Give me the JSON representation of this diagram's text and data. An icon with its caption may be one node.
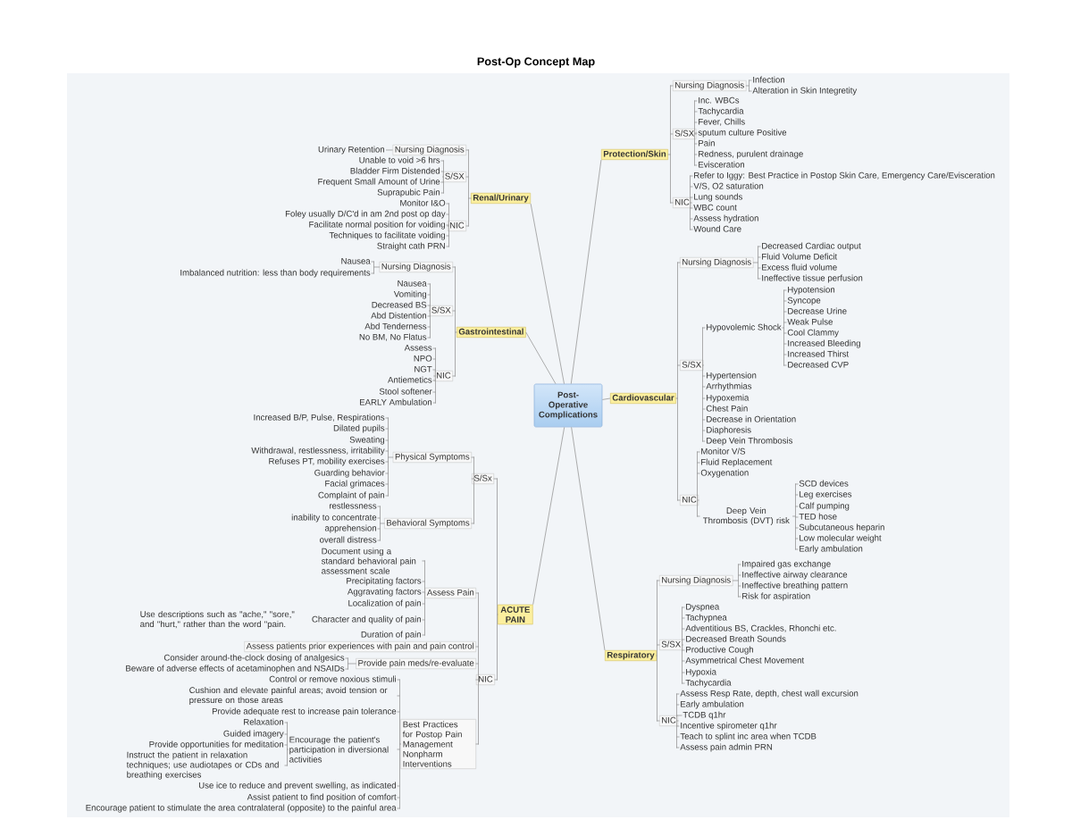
{
  "diagram": {
    "title": "Post-Op Concept Map",
    "nodes": [
      {
        "text": [
          "Post-Operative Complications"
        ]
      },
      {
        "text": [
          "Protection/Skin"
        ]
      },
      {
        "text": [
          "Nursing Diagnosis"
        ]
      },
      {
        "text": [
          "Infection"
        ]
      },
      {
        "text": [
          "Alteration in Skin Integretity"
        ]
      },
      {
        "text": [
          "S/SX"
        ]
      },
      {
        "text": [
          "Inc. WBCs"
        ]
      },
      {
        "text": [
          "Tachycardia"
        ]
      },
      {
        "text": [
          "Fever, Chills"
        ]
      },
      {
        "text": [
          "sputum culture Positive"
        ]
      },
      {
        "text": [
          "Pain"
        ]
      },
      {
        "text": [
          "Redness, purulent drainage"
        ]
      },
      {
        "text": [
          "Evisceration"
        ]
      },
      {
        "text": [
          "NIC"
        ]
      },
      {
        "text": [
          "Refer to Iggy: Best Practice in Postop Skin Care, Emergency Care/Evisceration"
        ]
      },
      {
        "text": [
          "V/S, O2 saturation"
        ]
      },
      {
        "text": [
          "Lung sounds"
        ]
      },
      {
        "text": [
          "WBC count"
        ]
      },
      {
        "text": [
          "Assess hydration"
        ]
      },
      {
        "text": [
          "Wound Care"
        ]
      },
      {
        "text": [
          "Renal/Urinary"
        ]
      },
      {
        "text": [
          "Nursing Diagnosis"
        ]
      },
      {
        "text": [
          "Urinary Retention"
        ]
      },
      {
        "text": [
          "S/SX"
        ]
      },
      {
        "text": [
          "Unable to void >6 hrs"
        ]
      },
      {
        "text": [
          "Bladder Firm Distended"
        ]
      },
      {
        "text": [
          "Frequent Small Amount of Urine"
        ]
      },
      {
        "text": [
          "Suprapubic Pain"
        ]
      },
      {
        "text": [
          "NIC"
        ]
      },
      {
        "text": [
          "Monitor I&O"
        ]
      },
      {
        "text": [
          "Foley usually D/C'd in am 2nd post op day"
        ]
      },
      {
        "text": [
          "Facilitate normal position for voiding"
        ]
      },
      {
        "text": [
          "Techniques to facilitate voiding"
        ]
      },
      {
        "text": [
          "Straight cath PRN"
        ]
      },
      {
        "text": [
          "Gastrointestinal"
        ]
      },
      {
        "text": [
          "Nursing Diagnosis"
        ]
      },
      {
        "text": [
          "Nausea"
        ]
      },
      {
        "text": [
          "Imbalanced nutrition: less than body requirements"
        ]
      },
      {
        "text": [
          "S/SX"
        ]
      },
      {
        "text": [
          "Nausea"
        ]
      },
      {
        "text": [
          "Vomiting"
        ]
      },
      {
        "text": [
          "Decreased BS"
        ]
      },
      {
        "text": [
          "Abd Distention"
        ]
      },
      {
        "text": [
          "Abd Tenderness"
        ]
      },
      {
        "text": [
          "No BM, No Flatus"
        ]
      },
      {
        "text": [
          "NIC"
        ]
      },
      {
        "text": [
          "Assess"
        ]
      },
      {
        "text": [
          "NPO"
        ]
      },
      {
        "text": [
          "NGT"
        ]
      },
      {
        "text": [
          "Antiemetics"
        ]
      },
      {
        "text": [
          "Stool softener"
        ]
      },
      {
        "text": [
          "EARLY Ambulation"
        ]
      },
      {
        "text": [
          "Cardiovascular"
        ]
      },
      {
        "text": [
          "Nursing Diagnosis"
        ]
      },
      {
        "text": [
          "Decreased Cardiac output"
        ]
      },
      {
        "text": [
          "Fluid Volume Deficit"
        ]
      },
      {
        "text": [
          "Excess fluid volume"
        ]
      },
      {
        "text": [
          "Ineffective tissue perfusion"
        ]
      },
      {
        "text": [
          "S/SX"
        ]
      },
      {
        "text": [
          "Hypovolemic Shock"
        ]
      },
      {
        "text": [
          "Hypotension"
        ]
      },
      {
        "text": [
          "Syncope"
        ]
      },
      {
        "text": [
          "Decrease Urine"
        ]
      },
      {
        "text": [
          "Weak Pulse"
        ]
      },
      {
        "text": [
          "Cool Clammy"
        ]
      },
      {
        "text": [
          "Increased Bleeding"
        ]
      },
      {
        "text": [
          "Increased Thirst"
        ]
      },
      {
        "text": [
          "Decreased CVP"
        ]
      },
      {
        "text": [
          "Hypertension"
        ]
      },
      {
        "text": [
          "Arrhythmias"
        ]
      },
      {
        "text": [
          "Hypoxemia"
        ]
      },
      {
        "text": [
          "Chest Pain"
        ]
      },
      {
        "text": [
          "Decrease in Orientation"
        ]
      },
      {
        "text": [
          "Diaphoresis"
        ]
      },
      {
        "text": [
          "Deep Vein Thrombosis"
        ]
      },
      {
        "text": [
          "NIC"
        ]
      },
      {
        "text": [
          "Monitor V/S"
        ]
      },
      {
        "text": [
          "Fluid Replacement"
        ]
      },
      {
        "text": [
          "Oxygenation"
        ]
      },
      {
        "text": [
          "Deep Vein Thrombosis (DVT) risk"
        ]
      },
      {
        "text": [
          "SCD devices"
        ]
      },
      {
        "text": [
          "Leg exercises"
        ]
      },
      {
        "text": [
          "Calf pumping"
        ]
      },
      {
        "text": [
          "TED hose"
        ]
      },
      {
        "text": [
          "Subcutaneous heparin"
        ]
      },
      {
        "text": [
          "Low molecular weight"
        ]
      },
      {
        "text": [
          "Early ambulation"
        ]
      },
      {
        "text": [
          "ACUTE PAIN"
        ]
      },
      {
        "text": [
          "S/Sx"
        ]
      },
      {
        "text": [
          "Physical Symptoms"
        ]
      },
      {
        "text": [
          "Increased B/P, Pulse, Respirations"
        ]
      },
      {
        "text": [
          "Dilated pupils"
        ]
      },
      {
        "text": [
          "Sweating"
        ]
      },
      {
        "text": [
          "Withdrawal, restlessness, irritability"
        ]
      },
      {
        "text": [
          "Refuses PT, mobility exercises"
        ]
      },
      {
        "text": [
          "Guarding behavior"
        ]
      },
      {
        "text": [
          "Facial grimaces"
        ]
      },
      {
        "text": [
          "Complaint of pain"
        ]
      },
      {
        "text": [
          "Behavioral Symptoms"
        ]
      },
      {
        "text": [
          "restlessness"
        ]
      },
      {
        "text": [
          "inability to concentrate"
        ]
      },
      {
        "text": [
          "apprehension"
        ]
      },
      {
        "text": [
          "overall distress"
        ]
      },
      {
        "text": [
          "NIC"
        ]
      },
      {
        "text": [
          "Assess Pain"
        ]
      },
      {
        "text": [
          "Document using a standard behavioral pain assessment scale"
        ]
      },
      {
        "text": [
          "Precipitating factors"
        ]
      },
      {
        "text": [
          "Aggravating factors"
        ]
      },
      {
        "text": [
          "Localization of pain"
        ]
      },
      {
        "text": [
          "Character and quality of pain"
        ],
        "beside": [
          "Use descriptions such as \"ache,\" \"sore,\" and \"hurt,\" rather than the word \"pain."
        ]
      },
      {
        "text": [
          "Duration of pain"
        ]
      },
      {
        "text": [
          "Assess patients prior experiences with pain and pain control"
        ]
      },
      {
        "text": [
          "Provide pain meds/re-evaluate"
        ]
      },
      {
        "text": [
          "Consider around-the-clock dosing of analgesics"
        ]
      },
      {
        "text": [
          "Beware of adverse effects of acetaminophen and NSAIDs"
        ]
      },
      {
        "text": [
          "Best Practices for Postop Pain Management Nonpharm Interventions"
        ]
      },
      {
        "text": [
          "Control or remove noxious stimuli"
        ]
      },
      {
        "text": [
          "Cushion and elevate painful areas; avoid tension or pressure on those areas"
        ]
      },
      {
        "text": [
          "Provide adequate rest to increase pain tolerance"
        ]
      },
      {
        "text": [
          "Encourage the patient's participation in diversional activities"
        ]
      },
      {
        "text": [
          "Relaxation"
        ]
      },
      {
        "text": [
          "Guided imagery"
        ]
      },
      {
        "text": [
          "Provide opportunities for meditation"
        ]
      },
      {
        "text": [
          "Instruct the patient in relaxation techniques; use audiotapes or CDs and breathing exercises"
        ]
      },
      {
        "text": [
          "Use ice to reduce and prevent swelling, as indicated"
        ]
      },
      {
        "text": [
          "Assist patient to find position of comfort"
        ]
      },
      {
        "text": [
          "Encourage patient to stimulate the area contralateral (opposite) to the painful area"
        ]
      },
      {
        "text": [
          "Respiratory"
        ]
      },
      {
        "text": [
          "Nursing Diagnosis"
        ]
      },
      {
        "text": [
          "Impaired gas exchange"
        ]
      },
      {
        "text": [
          "Ineffective airway clearance"
        ]
      },
      {
        "text": [
          "Ineffective breathing pattern"
        ]
      },
      {
        "text": [
          "Risk for aspiration"
        ]
      },
      {
        "text": [
          "S/SX"
        ]
      },
      {
        "text": [
          "Dyspnea"
        ]
      },
      {
        "text": [
          "Tachypnea"
        ]
      },
      {
        "text": [
          "Adventitious BS, Crackles, Rhonchi etc."
        ]
      },
      {
        "text": [
          "Decreased Breath Sounds"
        ]
      },
      {
        "text": [
          "Productive Cough"
        ]
      },
      {
        "text": [
          "Asymmetrical Chest Movement"
        ]
      },
      {
        "text": [
          "Hypoxia"
        ]
      },
      {
        "text": [
          "Tachycardia"
        ]
      },
      {
        "text": [
          "NIC"
        ]
      },
      {
        "text": [
          "Assess Resp Rate, depth, chest wall excursion"
        ]
      },
      {
        "text": [
          "Early ambulation"
        ]
      },
      {
        "text": [
          "TCDB q1hr"
        ]
      },
      {
        "text": [
          "Incentive spirometer q1hr"
        ]
      },
      {
        "text": [
          "Teach to splint inc area when TCDB"
        ]
      },
      {
        "text": [
          "Assess pain admin PRN"
        ]
      }
    ],
    "edges": [
      {
        "from": 0,
        "to": 1,
        "arrow": "none"
      },
      {
        "from": 1,
        "to": 2,
        "arrow": "none"
      },
      {
        "from": 2,
        "to": 3,
        "arrow": "none"
      },
      {
        "from": 2,
        "to": 4,
        "arrow": "none"
      },
      {
        "from": 1,
        "to": 5,
        "arrow": "none"
      },
      {
        "from": 5,
        "to": 6,
        "arrow": "none"
      },
      {
        "from": 5,
        "to": 7,
        "arrow": "none"
      },
      {
        "from": 5,
        "to": 8,
        "arrow": "none"
      },
      {
        "from": 5,
        "to": 9,
        "arrow": "none"
      },
      {
        "from": 5,
        "to": 10,
        "arrow": "none"
      },
      {
        "from": 5,
        "to": 11,
        "arrow": "none"
      },
      {
        "from": 5,
        "to": 12,
        "arrow": "none"
      },
      {
        "from": 1,
        "to": 13,
        "arrow": "none"
      },
      {
        "from": 13,
        "to": 14,
        "arrow": "none"
      },
      {
        "from": 13,
        "to": 15,
        "arrow": "none"
      },
      {
        "from": 13,
        "to": 16,
        "arrow": "none"
      },
      {
        "from": 13,
        "to": 17,
        "arrow": "none"
      },
      {
        "from": 13,
        "to": 18,
        "arrow": "none"
      },
      {
        "from": 13,
        "to": 19,
        "arrow": "none"
      },
      {
        "from": 0,
        "to": 20,
        "arrow": "none"
      },
      {
        "from": 20,
        "to": 21,
        "arrow": "none"
      },
      {
        "from": 21,
        "to": 22,
        "arrow": "none"
      },
      {
        "from": 20,
        "to": 23,
        "arrow": "none"
      },
      {
        "from": 23,
        "to": 24,
        "arrow": "none"
      },
      {
        "from": 23,
        "to": 25,
        "arrow": "none"
      },
      {
        "from": 23,
        "to": 26,
        "arrow": "none"
      },
      {
        "from": 23,
        "to": 27,
        "arrow": "none"
      },
      {
        "from": 20,
        "to": 28,
        "arrow": "none"
      },
      {
        "from": 28,
        "to": 29,
        "arrow": "none"
      },
      {
        "from": 28,
        "to": 30,
        "arrow": "none"
      },
      {
        "from": 28,
        "to": 31,
        "arrow": "none"
      },
      {
        "from": 28,
        "to": 32,
        "arrow": "none"
      },
      {
        "from": 28,
        "to": 33,
        "arrow": "none"
      },
      {
        "from": 0,
        "to": 34,
        "arrow": "none"
      },
      {
        "from": 34,
        "to": 35,
        "arrow": "none"
      },
      {
        "from": 35,
        "to": 36,
        "arrow": "none"
      },
      {
        "from": 35,
        "to": 37,
        "arrow": "none"
      },
      {
        "from": 34,
        "to": 38,
        "arrow": "none"
      },
      {
        "from": 38,
        "to": 39,
        "arrow": "none"
      },
      {
        "from": 38,
        "to": 40,
        "arrow": "none"
      },
      {
        "from": 38,
        "to": 41,
        "arrow": "none"
      },
      {
        "from": 38,
        "to": 42,
        "arrow": "none"
      },
      {
        "from": 38,
        "to": 43,
        "arrow": "none"
      },
      {
        "from": 38,
        "to": 44,
        "arrow": "none"
      },
      {
        "from": 34,
        "to": 45,
        "arrow": "none"
      },
      {
        "from": 45,
        "to": 46,
        "arrow": "none"
      },
      {
        "from": 45,
        "to": 47,
        "arrow": "none"
      },
      {
        "from": 45,
        "to": 48,
        "arrow": "none"
      },
      {
        "from": 45,
        "to": 49,
        "arrow": "none"
      },
      {
        "from": 45,
        "to": 50,
        "arrow": "none"
      },
      {
        "from": 45,
        "to": 51,
        "arrow": "none"
      },
      {
        "from": 0,
        "to": 52,
        "arrow": "none"
      },
      {
        "from": 52,
        "to": 53,
        "arrow": "none"
      },
      {
        "from": 53,
        "to": 54,
        "arrow": "none"
      },
      {
        "from": 53,
        "to": 55,
        "arrow": "none"
      },
      {
        "from": 53,
        "to": 56,
        "arrow": "none"
      },
      {
        "from": 53,
        "to": 57,
        "arrow": "none"
      },
      {
        "from": 52,
        "to": 58,
        "arrow": "none"
      },
      {
        "from": 58,
        "to": 59,
        "arrow": "none"
      },
      {
        "from": 59,
        "to": 60,
        "arrow": "none"
      },
      {
        "from": 59,
        "to": 61,
        "arrow": "none"
      },
      {
        "from": 59,
        "to": 62,
        "arrow": "none"
      },
      {
        "from": 59,
        "to": 63,
        "arrow": "none"
      },
      {
        "from": 59,
        "to": 64,
        "arrow": "none"
      },
      {
        "from": 59,
        "to": 65,
        "arrow": "none"
      },
      {
        "from": 59,
        "to": 66,
        "arrow": "none"
      },
      {
        "from": 59,
        "to": 67,
        "arrow": "none"
      },
      {
        "from": 58,
        "to": 68,
        "arrow": "none"
      },
      {
        "from": 58,
        "to": 69,
        "arrow": "none"
      },
      {
        "from": 58,
        "to": 70,
        "arrow": "none"
      },
      {
        "from": 58,
        "to": 71,
        "arrow": "none"
      },
      {
        "from": 58,
        "to": 72,
        "arrow": "none"
      },
      {
        "from": 58,
        "to": 73,
        "arrow": "none"
      },
      {
        "from": 58,
        "to": 74,
        "arrow": "none"
      },
      {
        "from": 52,
        "to": 75,
        "arrow": "none"
      },
      {
        "from": 75,
        "to": 76,
        "arrow": "none"
      },
      {
        "from": 75,
        "to": 77,
        "arrow": "none"
      },
      {
        "from": 75,
        "to": 78,
        "arrow": "none"
      },
      {
        "from": 75,
        "to": 79,
        "arrow": "none"
      },
      {
        "from": 79,
        "to": 80,
        "arrow": "none"
      },
      {
        "from": 79,
        "to": 81,
        "arrow": "none"
      },
      {
        "from": 79,
        "to": 82,
        "arrow": "none"
      },
      {
        "from": 79,
        "to": 83,
        "arrow": "none"
      },
      {
        "from": 79,
        "to": 84,
        "arrow": "none"
      },
      {
        "from": 79,
        "to": 85,
        "arrow": "none"
      },
      {
        "from": 79,
        "to": 86,
        "arrow": "none"
      },
      {
        "from": 0,
        "to": 87,
        "arrow": "none"
      },
      {
        "from": 87,
        "to": 88,
        "arrow": "none"
      },
      {
        "from": 88,
        "to": 89,
        "arrow": "none"
      },
      {
        "from": 89,
        "to": 90,
        "arrow": "none"
      },
      {
        "from": 89,
        "to": 91,
        "arrow": "none"
      },
      {
        "from": 89,
        "to": 92,
        "arrow": "none"
      },
      {
        "from": 89,
        "to": 93,
        "arrow": "none"
      },
      {
        "from": 89,
        "to": 94,
        "arrow": "none"
      },
      {
        "from": 89,
        "to": 95,
        "arrow": "none"
      },
      {
        "from": 89,
        "to": 96,
        "arrow": "none"
      },
      {
        "from": 89,
        "to": 97,
        "arrow": "none"
      },
      {
        "from": 88,
        "to": 98,
        "arrow": "none"
      },
      {
        "from": 98,
        "to": 99,
        "arrow": "none"
      },
      {
        "from": 98,
        "to": 100,
        "arrow": "none"
      },
      {
        "from": 98,
        "to": 101,
        "arrow": "none"
      },
      {
        "from": 98,
        "to": 102,
        "arrow": "none"
      },
      {
        "from": 87,
        "to": 103,
        "arrow": "none"
      },
      {
        "from": 103,
        "to": 104,
        "arrow": "none"
      },
      {
        "from": 104,
        "to": 105,
        "arrow": "none"
      },
      {
        "from": 104,
        "to": 106,
        "arrow": "none"
      },
      {
        "from": 104,
        "to": 107,
        "arrow": "none"
      },
      {
        "from": 104,
        "to": 108,
        "arrow": "none"
      },
      {
        "from": 104,
        "to": 109,
        "arrow": "none"
      },
      {
        "from": 104,
        "to": 110,
        "arrow": "none"
      },
      {
        "from": 103,
        "to": 111,
        "arrow": "none"
      },
      {
        "from": 103,
        "to": 112,
        "arrow": "none"
      },
      {
        "from": 112,
        "to": 113,
        "arrow": "none"
      },
      {
        "from": 112,
        "to": 114,
        "arrow": "none"
      },
      {
        "from": 103,
        "to": 115,
        "arrow": "none"
      },
      {
        "from": 115,
        "to": 116,
        "arrow": "none"
      },
      {
        "from": 115,
        "to": 117,
        "arrow": "none"
      },
      {
        "from": 115,
        "to": 118,
        "arrow": "none"
      },
      {
        "from": 115,
        "to": 119,
        "arrow": "none"
      },
      {
        "from": 119,
        "to": 120,
        "arrow": "none"
      },
      {
        "from": 119,
        "to": 121,
        "arrow": "none"
      },
      {
        "from": 119,
        "to": 122,
        "arrow": "none"
      },
      {
        "from": 119,
        "to": 123,
        "arrow": "none"
      },
      {
        "from": 115,
        "to": 124,
        "arrow": "none"
      },
      {
        "from": 115,
        "to": 125,
        "arrow": "none"
      },
      {
        "from": 115,
        "to": 126,
        "arrow": "none"
      },
      {
        "from": 0,
        "to": 127,
        "arrow": "none"
      },
      {
        "from": 127,
        "to": 128,
        "arrow": "none"
      },
      {
        "from": 128,
        "to": 129,
        "arrow": "none"
      },
      {
        "from": 128,
        "to": 130,
        "arrow": "none"
      },
      {
        "from": 128,
        "to": 131,
        "arrow": "none"
      },
      {
        "from": 128,
        "to": 132,
        "arrow": "none"
      },
      {
        "from": 127,
        "to": 133,
        "arrow": "none"
      },
      {
        "from": 133,
        "to": 134,
        "arrow": "none"
      },
      {
        "from": 133,
        "to": 135,
        "arrow": "none"
      },
      {
        "from": 133,
        "to": 136,
        "arrow": "none"
      },
      {
        "from": 133,
        "to": 137,
        "arrow": "none"
      },
      {
        "from": 133,
        "to": 138,
        "arrow": "none"
      },
      {
        "from": 133,
        "to": 139,
        "arrow": "none"
      },
      {
        "from": 133,
        "to": 140,
        "arrow": "none"
      },
      {
        "from": 133,
        "to": 141,
        "arrow": "none"
      },
      {
        "from": 127,
        "to": 142,
        "arrow": "none"
      },
      {
        "from": 142,
        "to": 143,
        "arrow": "none"
      },
      {
        "from": 142,
        "to": 144,
        "arrow": "none"
      },
      {
        "from": 142,
        "to": 145,
        "arrow": "none"
      },
      {
        "from": 142,
        "to": 146,
        "arrow": "none"
      },
      {
        "from": 142,
        "to": 147,
        "arrow": "none"
      },
      {
        "from": 142,
        "to": 148,
        "arrow": "none"
      }
    ]
  }
}
